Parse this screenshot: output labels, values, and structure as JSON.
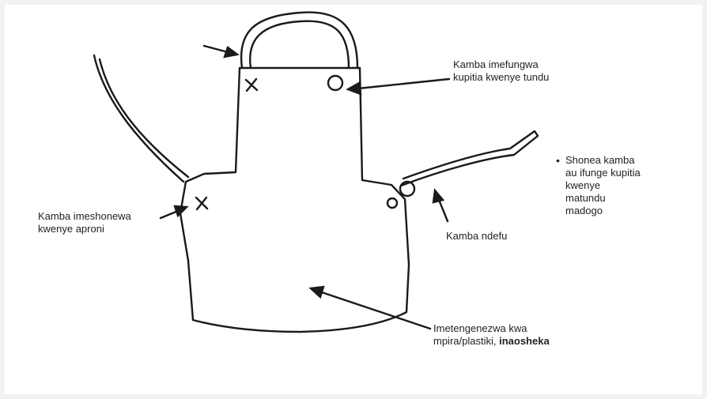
{
  "labels": {
    "string_top": [
      "Kamba imefungwa",
      "kupitia kwenye tundu"
    ],
    "string_sewn": [
      "Kamba imeshonewa",
      "kwenye aproni"
    ],
    "long_string": [
      "Kamba ndefu"
    ],
    "material": [
      "Imetengenezwa kwa",
      "mpira/plastiki,",
      "inaosheka"
    ],
    "instruction": [
      "Shonea kamba",
      "au ifunge kupitia",
      "kwenye",
      "matundu",
      "madogo"
    ]
  },
  "bullet": "•",
  "colors": {
    "ink": "#1a1a1a",
    "text": "#222222",
    "background": "#f2f2f2",
    "paper": "#ffffff"
  }
}
